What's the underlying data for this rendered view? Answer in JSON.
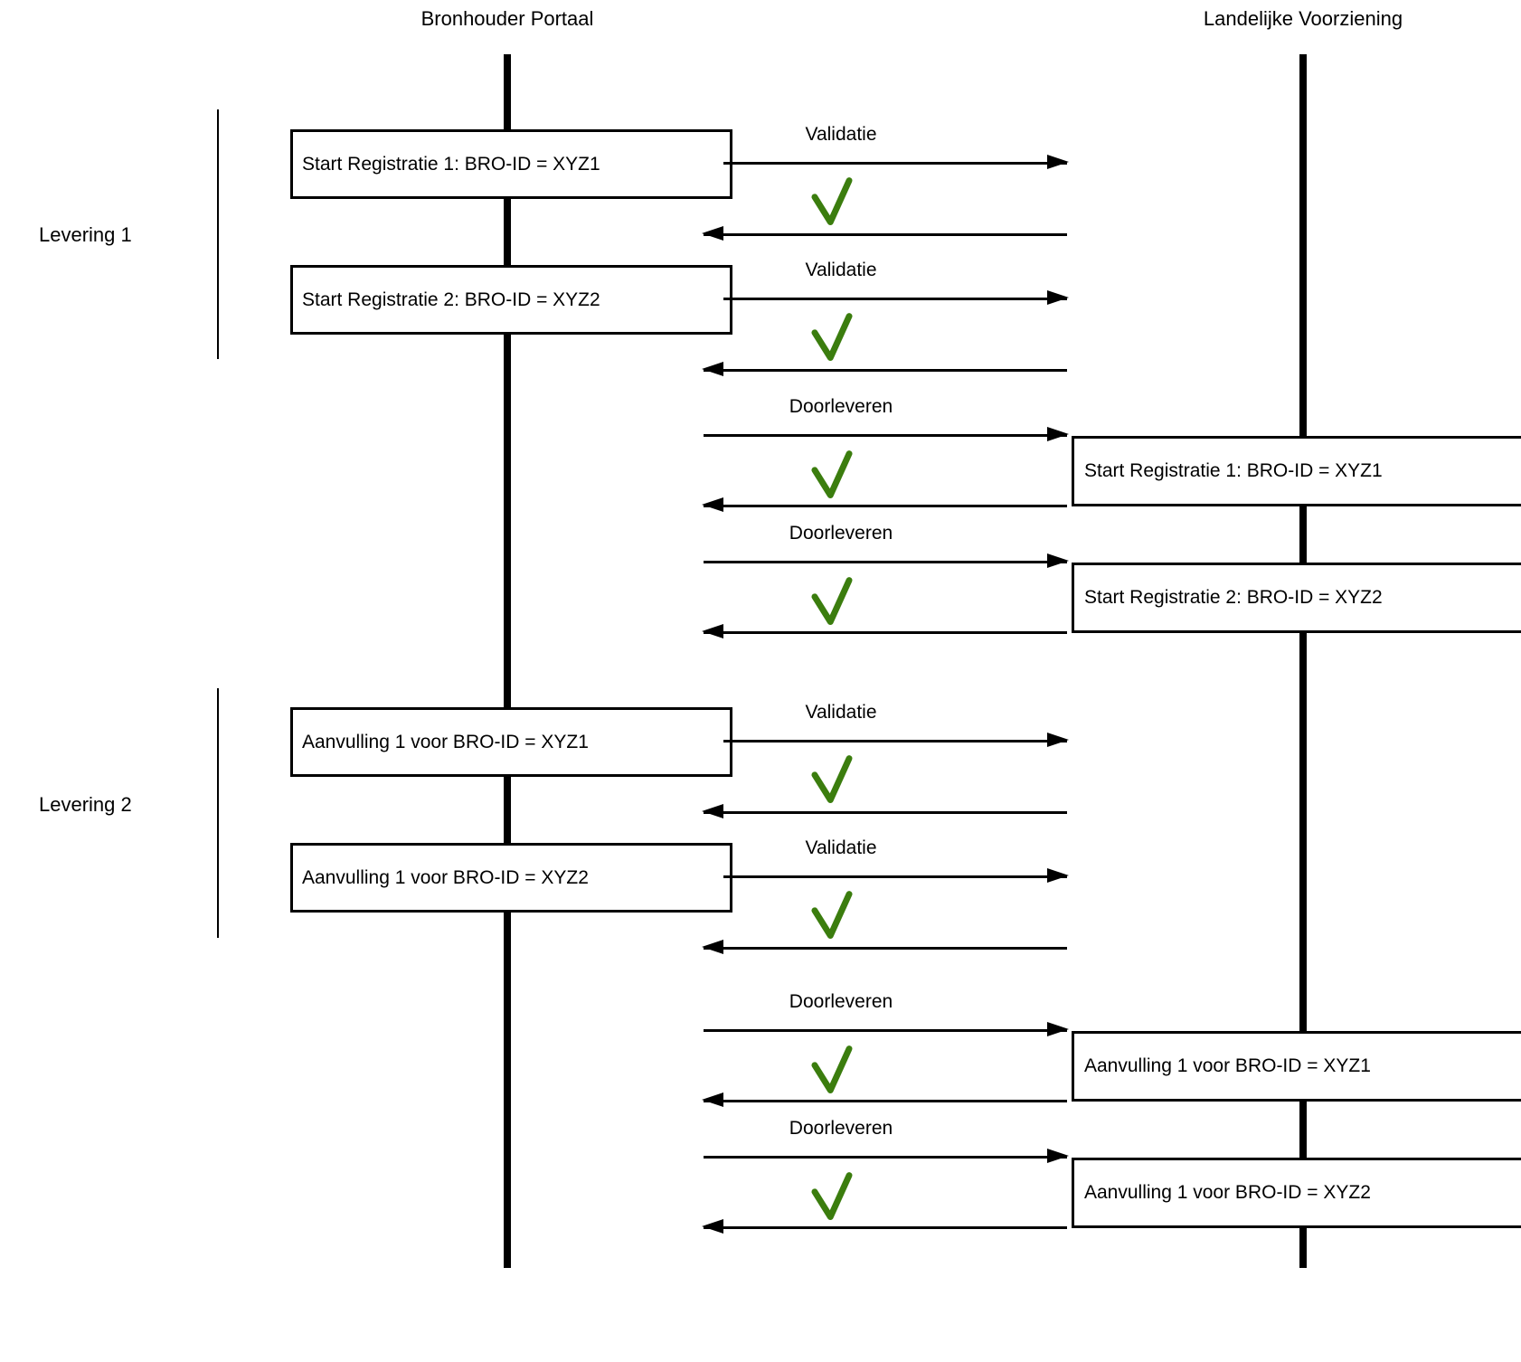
{
  "diagram": {
    "lanes": [
      {
        "title": "Bronhouder Portaal"
      },
      {
        "title": "Landelijke Voorziening"
      }
    ],
    "sections": [
      {
        "label": "Levering 1"
      },
      {
        "label": "Levering 2"
      }
    ],
    "left_boxes": [
      {
        "text": "Start Registratie 1: BRO-ID = XYZ1"
      },
      {
        "text": "Start Registratie 2: BRO-ID = XYZ2"
      },
      {
        "text": "Aanvulling 1 voor BRO-ID = XYZ1"
      },
      {
        "text": "Aanvulling 1 voor BRO-ID = XYZ2"
      }
    ],
    "right_boxes": [
      {
        "text": "Start Registratie 1: BRO-ID = XYZ1"
      },
      {
        "text": "Start Registratie 2: BRO-ID = XYZ2"
      },
      {
        "text": "Aanvulling 1 voor BRO-ID = XYZ1"
      },
      {
        "text": "Aanvulling 1 voor BRO-ID = XYZ2"
      }
    ],
    "messages": [
      {
        "label": "Validatie",
        "result": "success-check"
      },
      {
        "label": "Validatie",
        "result": "success-check"
      },
      {
        "label": "Doorleveren",
        "result": "success-check"
      },
      {
        "label": "Doorleveren",
        "result": "success-check"
      },
      {
        "label": "Validatie",
        "result": "success-check"
      },
      {
        "label": "Validatie",
        "result": "success-check"
      },
      {
        "label": "Doorleveren",
        "result": "success-check"
      },
      {
        "label": "Doorleveren",
        "result": "success-check"
      }
    ],
    "icons": {
      "success": "checkmark-icon",
      "request": "arrow-right-icon",
      "response": "arrow-left-icon"
    },
    "colors": {
      "line": "#000000",
      "check": "#3b7d0e"
    }
  }
}
